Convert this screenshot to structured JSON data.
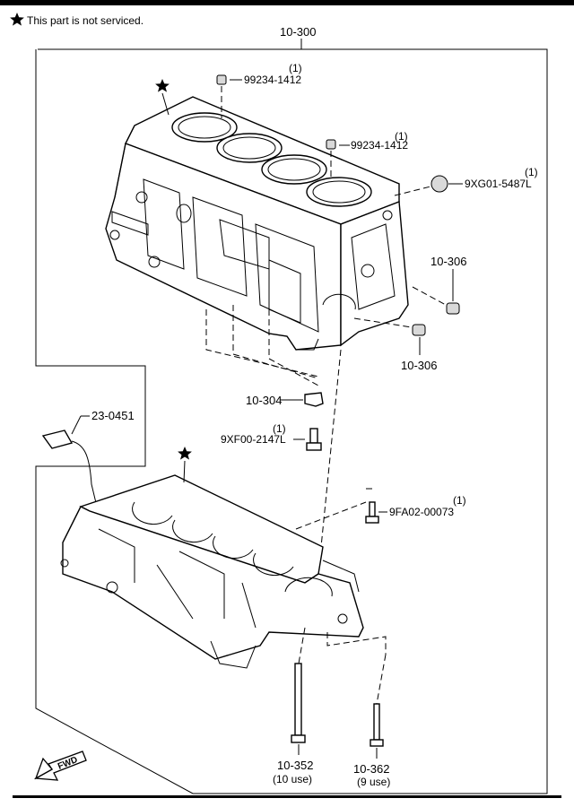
{
  "header": {
    "note_text": "This part is not serviced."
  },
  "labels": {
    "assembly": "10-300",
    "plug_top": "99234-1412",
    "plug_top_qty": "(1)",
    "plug_mid": "99234-1412",
    "plug_mid_qty": "(1)",
    "plug_side": "9XG01-5487L",
    "plug_side_qty": "(1)",
    "dowel_upper": "10-306",
    "dowel_lower": "10-306",
    "bracket": "10-304",
    "bracket_bolt": "9XF00-2147L",
    "bracket_bolt_qty": "(1)",
    "sensor": "23-0451",
    "case_bolt": "9FA02-00073",
    "case_bolt_qty": "(1)",
    "main_bolt": "10-352",
    "main_bolt_use": "(10 use)",
    "long_bolt": "10-362",
    "long_bolt_use": "(9 use)",
    "fwd": "FWD"
  },
  "icons": {
    "star": "star-icon",
    "arrow": "fwd-arrow-icon"
  }
}
